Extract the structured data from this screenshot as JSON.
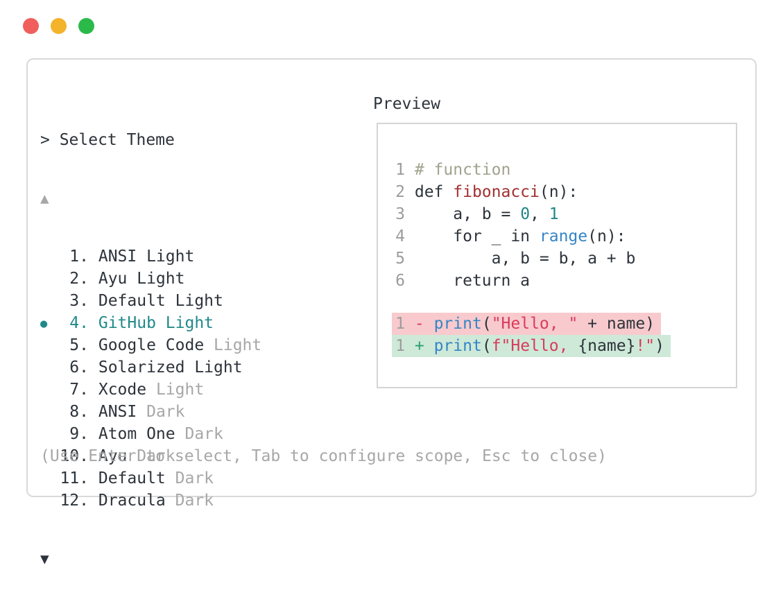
{
  "window": {
    "traffic_lights": [
      {
        "name": "close",
        "color": "#f15f5c"
      },
      {
        "name": "minimize",
        "color": "#f3b32b"
      },
      {
        "name": "zoom",
        "color": "#2bba4a"
      }
    ]
  },
  "theme_picker": {
    "title": "> Select Theme",
    "scroll_up_icon": "▲",
    "scroll_down_icon": "▼",
    "selected_marker": "●",
    "items": [
      {
        "number": "1.",
        "name": "ANSI Light",
        "suffix": "",
        "selected": false
      },
      {
        "number": "2.",
        "name": "Ayu Light",
        "suffix": "",
        "selected": false
      },
      {
        "number": "3.",
        "name": "Default Light",
        "suffix": "",
        "selected": false
      },
      {
        "number": "4.",
        "name": "GitHub Light",
        "suffix": "",
        "selected": true
      },
      {
        "number": "5.",
        "name": "Google Code",
        "suffix": "Light",
        "selected": false
      },
      {
        "number": "6.",
        "name": "Solarized Light",
        "suffix": "",
        "selected": false
      },
      {
        "number": "7.",
        "name": "Xcode",
        "suffix": "Light",
        "selected": false
      },
      {
        "number": "8.",
        "name": "ANSI",
        "suffix": "Dark",
        "selected": false
      },
      {
        "number": "9.",
        "name": "Atom One",
        "suffix": "Dark",
        "selected": false
      },
      {
        "number": "10.",
        "name": "Ayu",
        "suffix": "Dark",
        "selected": false
      },
      {
        "number": "11.",
        "name": "Default",
        "suffix": "Dark",
        "selected": false
      },
      {
        "number": "12.",
        "name": "Dracula",
        "suffix": "Dark",
        "selected": false
      }
    ]
  },
  "preview": {
    "label": "Preview",
    "code_lines": [
      {
        "lineno": "1",
        "tokens": [
          {
            "t": "# function",
            "c": "comment"
          }
        ]
      },
      {
        "lineno": "2",
        "tokens": [
          {
            "t": "def ",
            "c": "fg"
          },
          {
            "t": "fibonacci",
            "c": "func"
          },
          {
            "t": "(n):",
            "c": "fg"
          }
        ]
      },
      {
        "lineno": "3",
        "tokens": [
          {
            "t": "    a, b = ",
            "c": "fg"
          },
          {
            "t": "0",
            "c": "num"
          },
          {
            "t": ", ",
            "c": "fg"
          },
          {
            "t": "1",
            "c": "num"
          }
        ]
      },
      {
        "lineno": "4",
        "tokens": [
          {
            "t": "    for _ in ",
            "c": "fg"
          },
          {
            "t": "range",
            "c": "call"
          },
          {
            "t": "(n):",
            "c": "fg"
          }
        ]
      },
      {
        "lineno": "5",
        "tokens": [
          {
            "t": "        a, b = b, a + b",
            "c": "fg"
          }
        ]
      },
      {
        "lineno": "6",
        "tokens": [
          {
            "t": "    return a",
            "c": "fg"
          }
        ]
      }
    ],
    "diff_lines": [
      {
        "lineno": "1",
        "sign": "-",
        "type": "removed",
        "tokens": [
          {
            "t": "print",
            "c": "call"
          },
          {
            "t": "(",
            "c": "fg"
          },
          {
            "t": "\"Hello, \"",
            "c": "str"
          },
          {
            "t": " + name",
            "c": "fg"
          },
          {
            "t": ")",
            "c": "fg"
          }
        ]
      },
      {
        "lineno": "1",
        "sign": "+",
        "type": "added",
        "tokens": [
          {
            "t": "print",
            "c": "call"
          },
          {
            "t": "(",
            "c": "fg"
          },
          {
            "t": "f\"Hello, ",
            "c": "str"
          },
          {
            "t": "{name}",
            "c": "fg"
          },
          {
            "t": "!\"",
            "c": "str"
          },
          {
            "t": ")",
            "c": "fg"
          }
        ]
      }
    ]
  },
  "footer": {
    "hint": "(Use Enter to select, Tab to configure scope, Esc to close)"
  },
  "colors": {
    "fg": "#2d333b",
    "muted": "#a7a7a7",
    "teal": "#218989",
    "lineno": "#9c9c9c",
    "comment": "#a1a28e",
    "func": "#a23030",
    "call": "#3585c6",
    "str": "#d93a5c",
    "num": "#1f8585",
    "removedSign": "#d93a5c",
    "addedSign": "#2b9d6f",
    "removedBg": "#f8cacd",
    "addedBg": "#cee9d8",
    "panelBorder": "#d9d9d9",
    "previewBorder": "#d4d4d4"
  }
}
